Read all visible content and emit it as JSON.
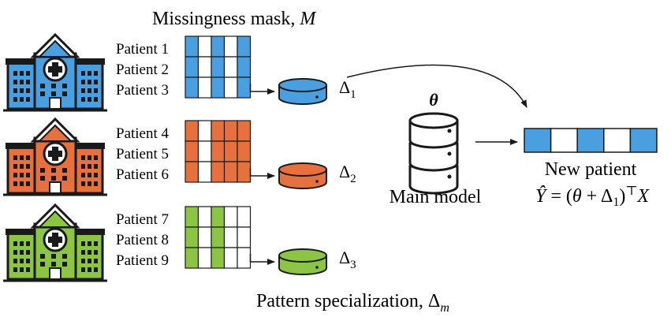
{
  "title_mask": "Missingness mask, ",
  "title_mask_symbol": "M",
  "footer_label": "Pattern specialization, ",
  "footer_symbol": "Δ",
  "footer_subscript": "m",
  "main_model": {
    "theta": "θ",
    "label": "Main model"
  },
  "new_patient": {
    "label": "New patient",
    "formula": {
      "yhat": "Ŷ",
      "eq": " = (",
      "theta": "θ",
      "plus": " + Δ",
      "sub": "1",
      "close": ")",
      "sup": "⊤",
      "x": "X"
    },
    "mask": [
      1,
      0,
      1,
      0,
      1
    ]
  },
  "colors": {
    "blue": "#4a9fe0",
    "orange": "#e7703f",
    "green": "#8cc443",
    "dark": "#1a1a1a",
    "white": "#ffffff"
  },
  "hospitals": [
    {
      "color": "blue",
      "patients": [
        "Patient 1",
        "Patient 2",
        "Patient 3"
      ],
      "mask": [
        1,
        0,
        1,
        0,
        1
      ],
      "delta": "Δ",
      "delta_sub": "1"
    },
    {
      "color": "orange",
      "patients": [
        "Patient 4",
        "Patient 5",
        "Patient 6"
      ],
      "mask": [
        1,
        0,
        1,
        1,
        1
      ],
      "delta": "Δ",
      "delta_sub": "2"
    },
    {
      "color": "green",
      "patients": [
        "Patient 7",
        "Patient 8",
        "Patient 9"
      ],
      "mask": [
        1,
        0,
        1,
        0,
        0
      ],
      "delta": "Δ",
      "delta_sub": "3"
    }
  ]
}
